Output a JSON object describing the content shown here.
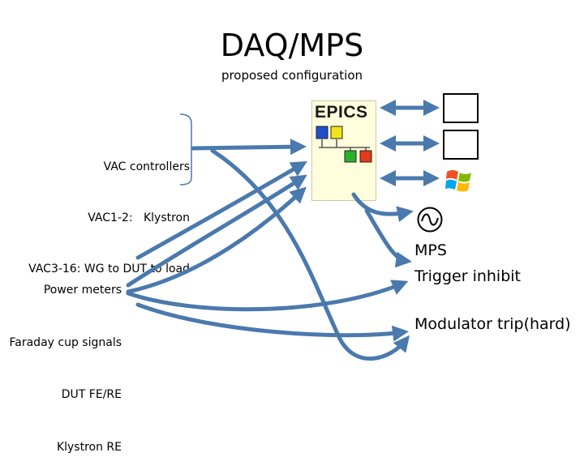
{
  "header": {
    "title": "DAQ/MPS",
    "subtitle": "proposed configuration"
  },
  "left_inputs": {
    "vac_lines": [
      "VAC controllers",
      "VAC1-2:   Klystron",
      "VAC3-16: WG to DUT to load"
    ],
    "signal_lines": [
      "Power meters",
      "Faraday cup signals",
      "DUT FE/RE",
      "Klystron RE"
    ]
  },
  "epics": {
    "label": "EPICS",
    "node_colors": [
      "#1f4fcf",
      "#f2e21a",
      "#2bb02b",
      "#e23a1a"
    ]
  },
  "outputs": {
    "mps_label": "MPS",
    "trigger_label": "Trigger inhibit",
    "modulator_label": "Modulator trip(hard)"
  },
  "icons": [
    "windows-logo-icon",
    "sine-wave-icon"
  ],
  "colors": {
    "arrow_blue": "#4a79ad",
    "arrow_outline": "#34608f",
    "epics_bg": "#fefedc"
  }
}
